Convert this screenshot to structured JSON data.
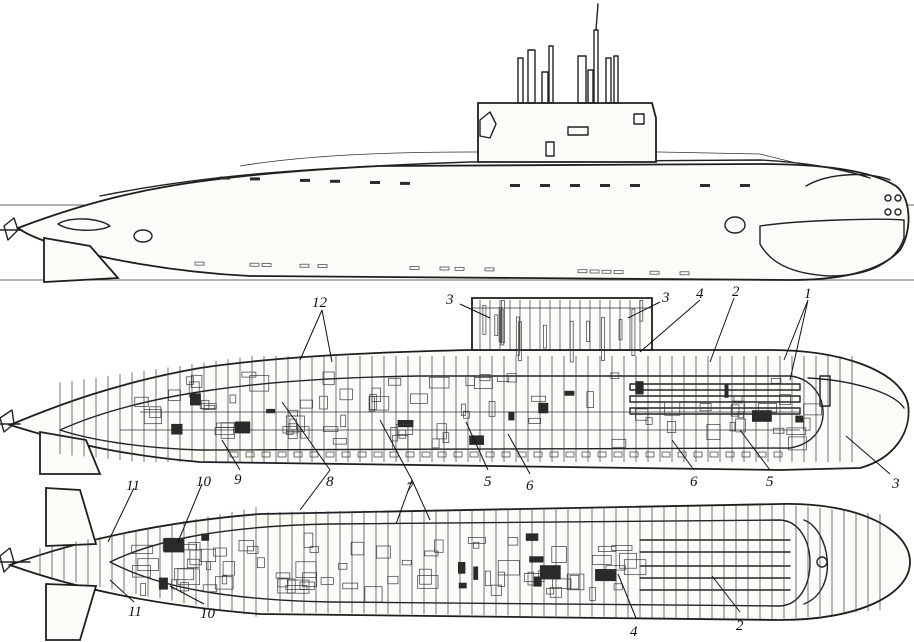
{
  "drawing": {
    "ink_color": "#222222",
    "paper_color": "#ffffff",
    "views": [
      "side-elevation",
      "longitudinal-section",
      "plan-section"
    ],
    "callouts": [
      {
        "id": "c12",
        "text": "12"
      },
      {
        "id": "c3a",
        "text": "3"
      },
      {
        "id": "c3b",
        "text": "3"
      },
      {
        "id": "c4a",
        "text": "4"
      },
      {
        "id": "c2a",
        "text": "2"
      },
      {
        "id": "c1",
        "text": "1"
      },
      {
        "id": "c3c",
        "text": "3"
      },
      {
        "id": "c9",
        "text": "9"
      },
      {
        "id": "c8a",
        "text": "8"
      },
      {
        "id": "c7a",
        "text": "7"
      },
      {
        "id": "c5a",
        "text": "5"
      },
      {
        "id": "c6a",
        "text": "6"
      },
      {
        "id": "c6b",
        "text": "6"
      },
      {
        "id": "c5b",
        "text": "5"
      },
      {
        "id": "c11a",
        "text": "11"
      },
      {
        "id": "c10a",
        "text": "10"
      },
      {
        "id": "c11b",
        "text": "11"
      },
      {
        "id": "c10b",
        "text": "10"
      },
      {
        "id": "c4b",
        "text": "4"
      },
      {
        "id": "c2b",
        "text": "2"
      }
    ]
  }
}
